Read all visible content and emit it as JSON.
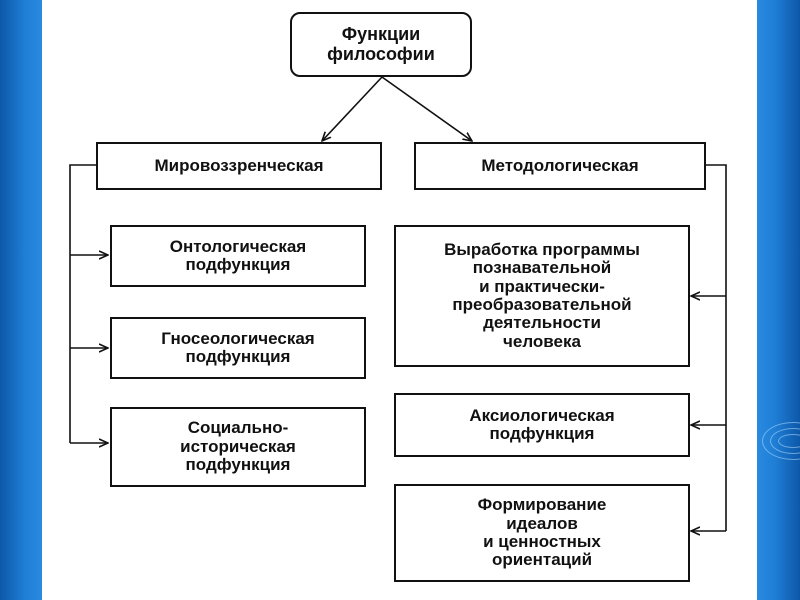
{
  "diagram": {
    "root": "Функции\nфилософии",
    "branches": [
      {
        "label": "Мировоззренческая",
        "children": [
          "Онтологическая\nподфункция",
          "Гносеологическая\nподфункция",
          "Социально-\nисторическая\nподфункция"
        ]
      },
      {
        "label": "Методологическая",
        "children": [
          "Выработка программы\nпознавательной\nи практически-\nпреобразовательной\nдеятельности\nчеловека",
          "Аксиологическая\nподфункция",
          "Формирование\nидеалов\nи ценностных\nориентаций"
        ]
      }
    ]
  },
  "colors": {
    "frame": "#1a6fc4",
    "sheet": "#ffffff",
    "ink": "#111111"
  }
}
